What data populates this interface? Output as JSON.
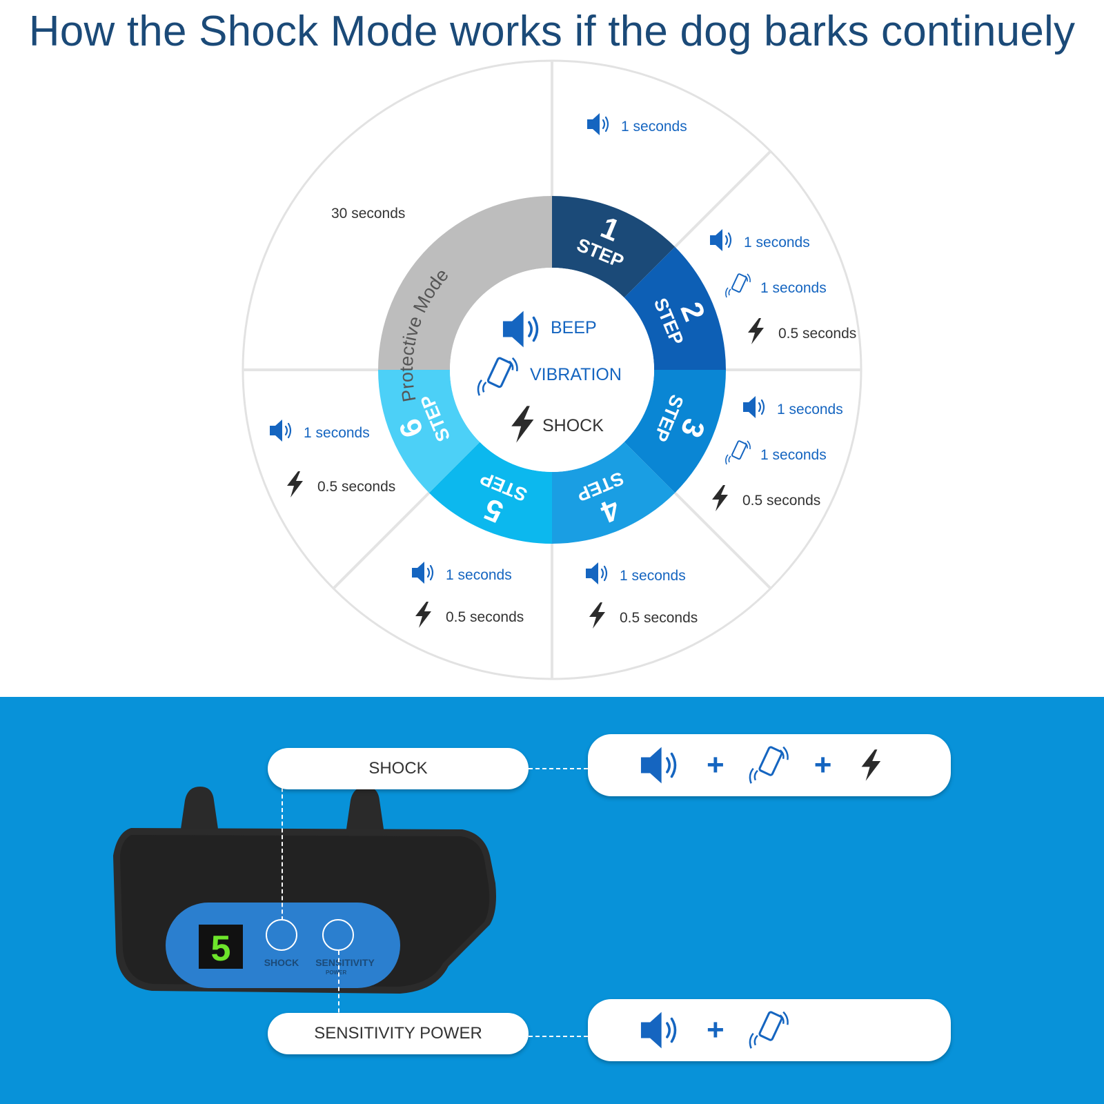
{
  "title": "How the Shock Mode works if the dog barks continuely",
  "colors": {
    "step1": "#1b4a78",
    "step2": "#0d5fb5",
    "step3": "#0a86d4",
    "step4": "#1a9ee3",
    "step5": "#0cb8ee",
    "step6": "#4cd0f7",
    "protective": "#bdbdbd",
    "icon_blue": "#1565c0",
    "bottom_bg": "#0892d9"
  },
  "wheel": {
    "protective_label": "Protective Mode",
    "steps": [
      {
        "number": "1",
        "word": "STEP"
      },
      {
        "number": "2",
        "word": "STEP"
      },
      {
        "number": "3",
        "word": "STEP"
      },
      {
        "number": "4",
        "word": "STEP"
      },
      {
        "number": "5",
        "word": "STEP"
      },
      {
        "number": "6",
        "word": "STEP"
      }
    ],
    "legend": {
      "beep": "BEEP",
      "vibration": "VIBRATION",
      "shock": "SHOCK"
    },
    "outer": {
      "protective": "30 seconds",
      "step1": [
        {
          "icon": "speaker-icon",
          "text": "1 seconds"
        }
      ],
      "step2": [
        {
          "icon": "speaker-icon",
          "text": "1 seconds"
        },
        {
          "icon": "vibration-icon",
          "text": "1 seconds"
        },
        {
          "icon": "lightning-icon",
          "text": "0.5 seconds"
        }
      ],
      "step3": [
        {
          "icon": "speaker-icon",
          "text": "1 seconds"
        },
        {
          "icon": "vibration-icon",
          "text": "1 seconds"
        },
        {
          "icon": "lightning-icon",
          "text": "0.5 seconds"
        }
      ],
      "step4": [
        {
          "icon": "speaker-icon",
          "text": "1 seconds"
        },
        {
          "icon": "lightning-icon",
          "text": "0.5 seconds"
        }
      ],
      "step5": [
        {
          "icon": "speaker-icon",
          "text": "1 seconds"
        },
        {
          "icon": "lightning-icon",
          "text": "0.5 seconds"
        }
      ],
      "step6": [
        {
          "icon": "speaker-icon",
          "text": "1 seconds"
        },
        {
          "icon": "lightning-icon",
          "text": "0.5 seconds"
        }
      ]
    }
  },
  "device": {
    "display_digit": "5",
    "shock_button_label": "SHOCK",
    "sensitivity_button_label": "SENSITIVITY",
    "power_small_label": "POWER"
  },
  "modes": {
    "shock": {
      "label": "SHOCK",
      "icons": [
        "speaker-icon",
        "vibration-icon",
        "lightning-icon"
      ],
      "plus": "+"
    },
    "sensitivity": {
      "label": "SENSITIVITY POWER",
      "icons": [
        "speaker-icon",
        "vibration-icon"
      ],
      "plus": "+"
    }
  }
}
